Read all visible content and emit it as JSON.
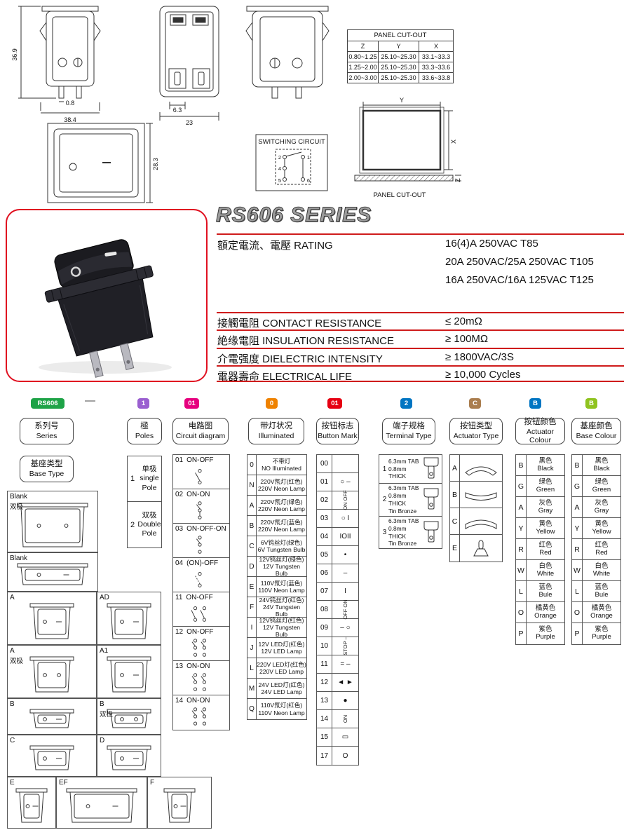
{
  "drawings": {
    "dims": {
      "front_height": "36.9",
      "pin_offset": "0.8",
      "front_width": "38.4",
      "tab_width": "6.3",
      "body_depth": "23",
      "bezel_height": "28.3"
    },
    "cutout_table": {
      "title": "PANEL CUT-OUT",
      "headers": [
        "Z",
        "Y",
        "X"
      ],
      "rows": [
        [
          "0.80~1.25",
          "25.10~25.30",
          "33.1~33.3"
        ],
        [
          "1.25~2.00",
          "25.10~25.30",
          "33.3~33.6"
        ],
        [
          "2.00~3.00",
          "25.10~25.30",
          "33.6~33.8"
        ]
      ]
    },
    "switching_circuit": {
      "title": "SWITCHING CIRCUIT",
      "pins": [
        "2",
        "1",
        "4",
        "5",
        "6"
      ]
    },
    "panel_cutout": {
      "label": "PANEL CUT-OUT",
      "axis_y": "Y",
      "axis_x": "X",
      "axis_z": "Z"
    }
  },
  "series": {
    "title": "RS606 SERIES",
    "rating_label": "額定電流、電壓 RATING",
    "rating_values": [
      "16(4)A 250VAC T85",
      "20A 250VAC/25A 250VAC T105",
      "16A 250VAC/16A 125VAC T125"
    ],
    "specs": [
      {
        "label": "接觸電阻 CONTACT RESISTANCE",
        "value": "≤ 20mΩ"
      },
      {
        "label": "絶缘電阻 INSULATION RESISTANCE",
        "value": "≥ 100MΩ"
      },
      {
        "label": "介電强度 DIELECTRIC INTENSITY",
        "value": "≥ 1800VAC/3S"
      },
      {
        "label": "電器壽命 ELECTRICAL LIFE",
        "value": "≥ 10,000 Cycles"
      }
    ]
  },
  "ordering": {
    "separator": "—",
    "badges": [
      {
        "text": "RS606",
        "color": "#1ea347"
      },
      {
        "text": "1",
        "color": "#9a5fd0"
      },
      {
        "text": "01",
        "color": "#e6007e"
      },
      {
        "text": "0",
        "color": "#ef8200"
      },
      {
        "text": "01",
        "color": "#e60012"
      },
      {
        "text": "2",
        "color": "#0075c2"
      },
      {
        "text": "C",
        "color": "#aa7d4e"
      },
      {
        "text": "B",
        "color": "#0075c2"
      },
      {
        "text": "B",
        "color": "#8fc31f"
      }
    ],
    "headers": [
      {
        "cn": "系列号",
        "en": "Series"
      },
      {
        "cn": "極",
        "en": "Poles"
      },
      {
        "cn": "电路图",
        "en": "Circuit diagram"
      },
      {
        "cn": "带灯状况",
        "en": "Illuminated"
      },
      {
        "cn": "按钮标志",
        "en": "Button Mark"
      },
      {
        "cn": "端子规格",
        "en": "Terminal Type"
      },
      {
        "cn": "按钮类型",
        "en": "Actuator Type"
      },
      {
        "cn": "按钮颜色",
        "en": "Actuator Colour"
      },
      {
        "cn": "基座颜色",
        "en": "Base Colour"
      }
    ],
    "base_type": {
      "header_cn": "基座类型",
      "header_en": "Base Type",
      "cells": [
        {
          "label": "Blank",
          "sublabel": "双极"
        },
        {
          "label": "Blank",
          "sublabel": ""
        },
        {
          "label": "A",
          "sublabel": ""
        },
        {
          "label": "AD",
          "sublabel": ""
        },
        {
          "label": "A",
          "sublabel": "双极"
        },
        {
          "label": "A1",
          "sublabel": ""
        },
        {
          "label": "B",
          "sublabel": ""
        },
        {
          "label": "B",
          "sublabel": "双极"
        },
        {
          "label": "C",
          "sublabel": ""
        },
        {
          "label": "D",
          "sublabel": ""
        },
        {
          "label": "E",
          "sublabel": ""
        },
        {
          "label": "EF",
          "sublabel": ""
        },
        {
          "label": "F",
          "sublabel": ""
        }
      ]
    },
    "poles": [
      {
        "code": "1",
        "lines": [
          "单极",
          "single",
          "Pole"
        ]
      },
      {
        "code": "2",
        "lines": [
          "双极",
          "Double",
          "Pole"
        ]
      }
    ],
    "circuits": [
      {
        "code": "01",
        "name": "ON-OFF"
      },
      {
        "code": "02",
        "name": "ON-ON"
      },
      {
        "code": "03",
        "name": "ON-OFF-ON"
      },
      {
        "code": "04",
        "name": "(ON)-OFF"
      },
      {
        "code": "11",
        "name": "ON-OFF"
      },
      {
        "code": "12",
        "name": "ON-OFF"
      },
      {
        "code": "13",
        "name": "ON-ON"
      },
      {
        "code": "14",
        "name": "ON-ON"
      }
    ],
    "illuminated": [
      {
        "code": "0",
        "cn": "不带灯",
        "en": "NO Illuminated"
      },
      {
        "code": "N",
        "cn": "220V氖灯(红色)",
        "en": "220V Neon Lamp"
      },
      {
        "code": "A",
        "cn": "220V氖灯(绿色)",
        "en": "220V Neon Lamp"
      },
      {
        "code": "B",
        "cn": "220V氖灯(蓝色)",
        "en": "220V Neon Lamp"
      },
      {
        "code": "C",
        "cn": "6V钨丝灯(绿色)",
        "en": "6V Tungsten Bulb"
      },
      {
        "code": "D",
        "cn": "12V钨丝灯(绿色)",
        "en": "12V Tungsten Bulb"
      },
      {
        "code": "E",
        "cn": "110V氖灯(蓝色)",
        "en": "110V Neon Lamp"
      },
      {
        "code": "F",
        "cn": "24V钨丝灯(红色)",
        "en": "24V Tungsten Bulb"
      },
      {
        "code": "I",
        "cn": "12V钨丝灯(红色)",
        "en": "12V Tungsten Bulb"
      },
      {
        "code": "J",
        "cn": "12V LED灯(红色)",
        "en": "12V LED Lamp"
      },
      {
        "code": "L",
        "cn": "220V LED灯(红色)",
        "en": "220V LED Lamp"
      },
      {
        "code": "M",
        "cn": "24V LED灯(红色)",
        "en": "24V LED Lamp"
      },
      {
        "code": "Q",
        "cn": "110V氖灯(红色)",
        "en": "110V Neon Lamp"
      }
    ],
    "button_marks": [
      {
        "code": "00",
        "mark": "",
        "vertical": false
      },
      {
        "code": "01",
        "mark": "○ –",
        "vertical": false
      },
      {
        "code": "02",
        "mark": "ON OFF",
        "vertical": true
      },
      {
        "code": "03",
        "mark": "○ I",
        "vertical": false
      },
      {
        "code": "04",
        "mark": "IOII",
        "vertical": false
      },
      {
        "code": "05",
        "mark": "•",
        "vertical": false
      },
      {
        "code": "06",
        "mark": "–",
        "vertical": false
      },
      {
        "code": "07",
        "mark": "I",
        "vertical": false
      },
      {
        "code": "08",
        "mark": "OFF ON",
        "vertical": true
      },
      {
        "code": "09",
        "mark": "– ○",
        "vertical": false
      },
      {
        "code": "10",
        "mark": "STOP –",
        "vertical": true
      },
      {
        "code": "11",
        "mark": "= –",
        "vertical": false
      },
      {
        "code": "12",
        "mark": "◄ ►",
        "vertical": false
      },
      {
        "code": "13",
        "mark": "●",
        "vertical": false
      },
      {
        "code": "14",
        "mark": "ON",
        "vertical": true
      },
      {
        "code": "15",
        "mark": "▭",
        "vertical": false
      },
      {
        "code": "17",
        "mark": "O",
        "vertical": false
      }
    ],
    "terminals": [
      {
        "code": "1",
        "lines": [
          "6.3mm TAB",
          "0.8mm THICK"
        ]
      },
      {
        "code": "2",
        "lines": [
          "6.3mm TAB",
          "0.8mm THICK",
          "Tin Bronze"
        ]
      },
      {
        "code": "3",
        "lines": [
          "6.3mm TAB",
          "0.8mm THICK",
          "Tin Bronze"
        ]
      }
    ],
    "actuator_types": [
      {
        "code": "A"
      },
      {
        "code": "B"
      },
      {
        "code": "C"
      },
      {
        "code": "E"
      }
    ],
    "actuator_colours": [
      {
        "code": "B",
        "cn": "黑色",
        "en": "Black"
      },
      {
        "code": "G",
        "cn": "绿色",
        "en": "Green"
      },
      {
        "code": "A",
        "cn": "灰色",
        "en": "Gray"
      },
      {
        "code": "Y",
        "cn": "黄色",
        "en": "Yellow"
      },
      {
        "code": "R",
        "cn": "红色",
        "en": "Red"
      },
      {
        "code": "W",
        "cn": "白色",
        "en": "White"
      },
      {
        "code": "L",
        "cn": "蓝色",
        "en": "Bule"
      },
      {
        "code": "O",
        "cn": "橘黄色",
        "en": "Orange"
      },
      {
        "code": "P",
        "cn": "紫色",
        "en": "Purple"
      }
    ],
    "base_colours": [
      {
        "code": "B",
        "cn": "黑色",
        "en": "Black"
      },
      {
        "code": "G",
        "cn": "绿色",
        "en": "Green"
      },
      {
        "code": "A",
        "cn": "灰色",
        "en": "Gray"
      },
      {
        "code": "Y",
        "cn": "黄色",
        "en": "Yellow"
      },
      {
        "code": "R",
        "cn": "红色",
        "en": "Red"
      },
      {
        "code": "W",
        "cn": "白色",
        "en": "White"
      },
      {
        "code": "L",
        "cn": "蓝色",
        "en": "Bule"
      },
      {
        "code": "O",
        "cn": "橘黄色",
        "en": "Orange"
      },
      {
        "code": "P",
        "cn": "紫色",
        "en": "Purple"
      }
    ]
  }
}
